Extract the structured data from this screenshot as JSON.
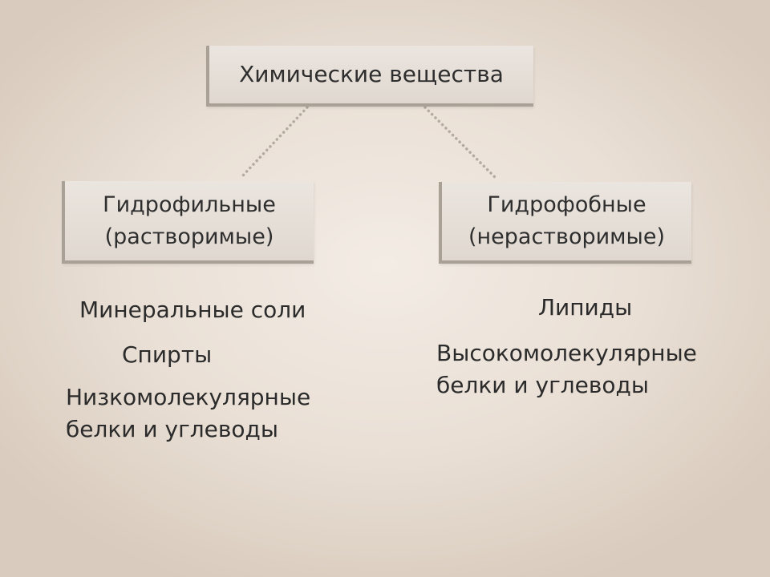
{
  "root": {
    "label": "Химические вещества"
  },
  "categories": [
    {
      "line1": "Гидрофильные",
      "line2": "(растворимые)",
      "examples": [
        [
          "Минеральные соли"
        ],
        [
          "Спирты"
        ],
        [
          "Низкомолекулярные",
          "белки и углеводы"
        ]
      ]
    },
    {
      "line1": "Гидрофобные",
      "line2": "(нерастворимые)",
      "examples": [
        [
          "Липиды"
        ],
        [
          "Высокомолекулярные",
          "белки и углеводы"
        ]
      ]
    }
  ],
  "colors": {
    "background": "#e9dfd5",
    "box_fill": "#e4ddd5",
    "box_border": "#aaa196",
    "connector": "#b4ab9f",
    "text": "#2b2b2b"
  }
}
